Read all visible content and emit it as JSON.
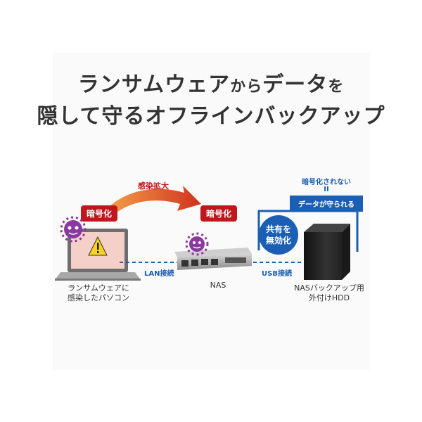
{
  "heading": {
    "line1_a": "ランサムウェア",
    "line1_b": "から",
    "line1_c": "データ",
    "line1_d": "を",
    "line2": "隠して守るオフラインバックアップ"
  },
  "spread_label": "感染拡大",
  "pc": {
    "badge": "暗号化",
    "caption_line1": "ランサムウェアに",
    "caption_line2": "感染したパソコン"
  },
  "nas": {
    "badge": "暗号化",
    "caption": "NAS"
  },
  "hdd": {
    "caption_line1": "NASバックアップ用",
    "caption_line2": "外付けHDD"
  },
  "connections": {
    "lan": "LAN接続",
    "usb": "USB接続"
  },
  "offline_callout": {
    "top": "暗号化されない",
    "equals": "II",
    "box": "データが守られる"
  },
  "disabled_circle": {
    "line1": "共有を",
    "line2": "無効化"
  },
  "colors": {
    "red": "#c0171f",
    "blue": "#1a5fb4",
    "arrow_start": "#f3a24a",
    "arrow_end": "#d0321e",
    "virus": "#8a3a9e"
  }
}
